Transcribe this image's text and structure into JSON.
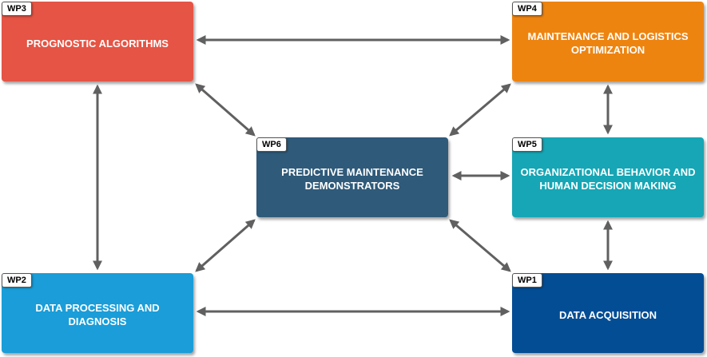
{
  "boxes": {
    "wp3": {
      "tag": "WP3",
      "title": "PROGNOSTIC ALGORITHMS",
      "color": "#e55444"
    },
    "wp4": {
      "tag": "WP4",
      "title": "MAINTENANCE AND LOGISTICS OPTIMIZATION",
      "color": "#ee8410"
    },
    "wp6": {
      "tag": "WP6",
      "title": "PREDICTIVE MAINTENANCE DEMONSTRATORS",
      "color": "#2f5a7a"
    },
    "wp5": {
      "tag": "WP5",
      "title": "ORGANIZATIONAL BEHAVIOR AND HUMAN DECISION MAKING",
      "color": "#16a6b5"
    },
    "wp2": {
      "tag": "WP2",
      "title": "DATA PROCESSING AND DIAGNOSIS",
      "color": "#1a9dd8"
    },
    "wp1": {
      "tag": "WP1",
      "title": "DATA ACQUISITION",
      "color": "#034d95"
    }
  },
  "arrow_color": "#606060"
}
